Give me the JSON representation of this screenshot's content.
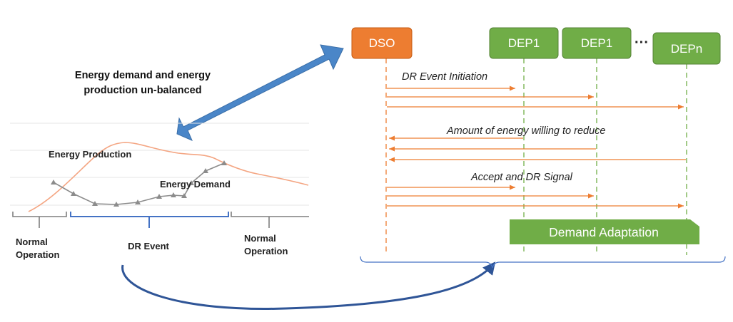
{
  "left_title": [
    "Energy demand and energy",
    "production un-balanced"
  ],
  "chart": {
    "production_label": "Energy Production",
    "demand_label": "Energy Demand",
    "phases": {
      "normal_left": [
        "Normal",
        "Operation"
      ],
      "dr_event": "DR Event",
      "normal_right": [
        "Normal",
        "Operation"
      ]
    }
  },
  "participants": {
    "dso": "DSO",
    "dep_a": "DEP1",
    "dep_b": "DEP1",
    "ellipsis": "···",
    "dep_n": "DEPn"
  },
  "messages": {
    "initiation": "DR Event Initiation",
    "willing": "Amount of energy willing to reduce",
    "accept": "Accept and DR Signal"
  },
  "banner": "Demand Adaptation",
  "colors": {
    "dso_box": "#ED7D31",
    "dep_box": "#70AD47",
    "arrow": "#ED7D31",
    "lifeline_dep": "#70AD47",
    "big_arrow": "#4A86C8",
    "curve_arrow": "#2F5597",
    "bracket": "#4472C4",
    "grey_bracket": "#7F7F7F"
  }
}
